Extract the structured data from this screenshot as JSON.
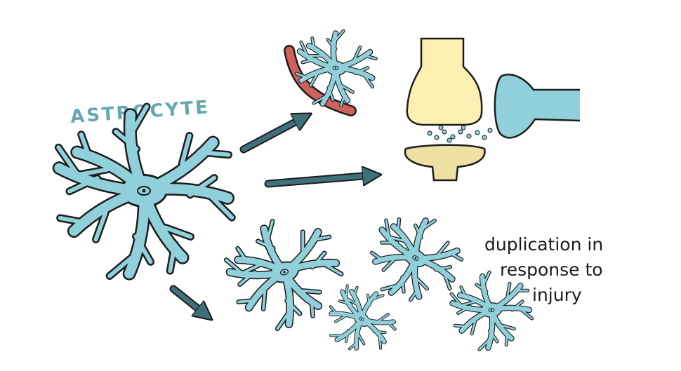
{
  "title": "ASTROCYTE",
  "caption": [
    "duplication in",
    "response to",
    "injury"
  ],
  "colors": {
    "cell": "#8fd0da",
    "outline": "#1c1c1c",
    "arrow": "#3f717a",
    "title": "#64a7b0",
    "vessel": "#d0625c",
    "presynaptic": "#fbefb2",
    "postsynaptic_cup": "#eee0a2",
    "dendrite": "#8fd0da"
  }
}
